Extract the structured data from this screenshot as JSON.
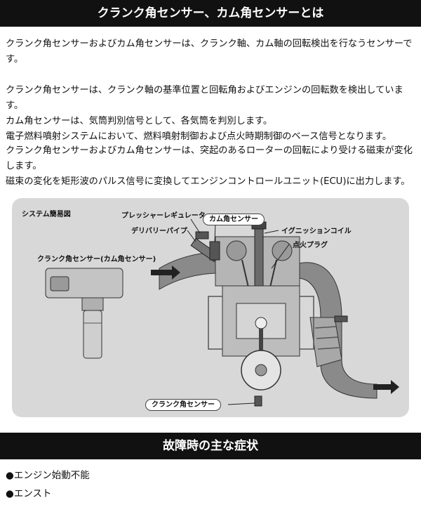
{
  "header": {
    "title": "クランク角センサー、カム角センサーとは"
  },
  "intro": {
    "p1": "クランク角センサーおよびカム角センサーは、クランク軸、カム軸の回転検出を行なうセンサーです。",
    "p2_lines": [
      "クランク角センサーは、クランク軸の基準位置と回転角およびエンジンの回転数を検出しています。",
      "カム角センサーは、気筒判別信号として、各気筒を判別します。",
      "電子燃料噴射システムにおいて、燃料噴射制御および点火時期制御のベース信号となります。"
    ],
    "p3": "クランク角センサーおよびカム角センサーは、突起のあるローターの回転により受ける磁束が変化します。",
    "p4": "磁束の変化を矩形波のパルス信号に変換してエンジンコントロールユニット(ECU)に出力します。"
  },
  "figure": {
    "title": "システム簡易図",
    "labels": {
      "pressure_regulator": "プレッシャーレギュレーター",
      "delivery_pipe": "デリバリーパイプ",
      "cam_sensor": "カム角センサー",
      "ignition_coil": "イグニッションコイル",
      "spark_plug": "点火プラグ",
      "sensor_caption": "クランク角センサー(カム角センサー)",
      "crank_sensor": "クランク角センサー"
    }
  },
  "symptoms": {
    "title": "故障時の主な症状",
    "items": [
      "●エンジン始動不能",
      "●エンスト"
    ]
  },
  "colors": {
    "banner": "#111111",
    "figure_bg": "#d8d8d8"
  }
}
